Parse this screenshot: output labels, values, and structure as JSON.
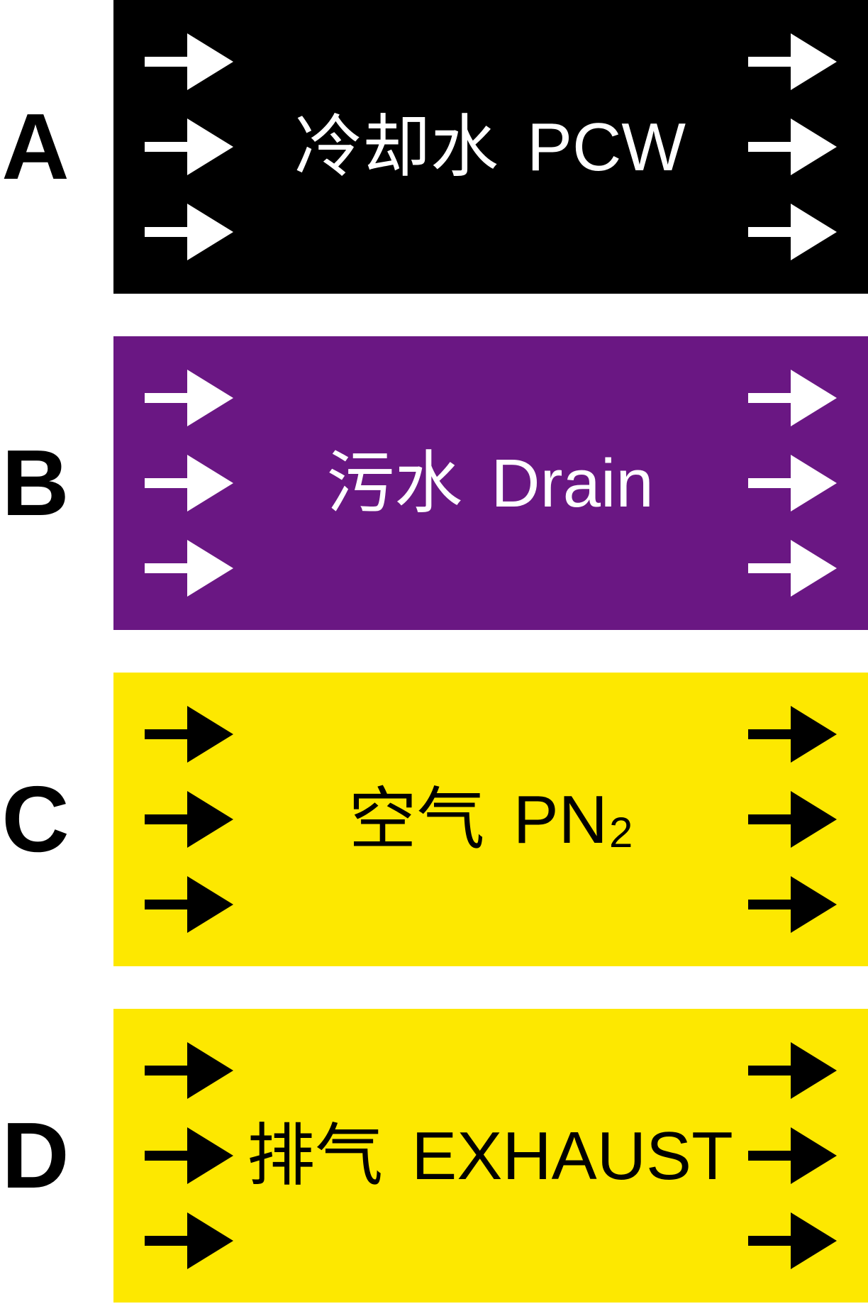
{
  "markers": [
    {
      "letter": "A",
      "cn": "冷却水",
      "en": "PCW",
      "sub": "",
      "background": "#000000",
      "foreground": "#ffffff",
      "flow_direction": "right"
    },
    {
      "letter": "B",
      "cn": "污水",
      "en": "Drain",
      "sub": "",
      "background": "#6a1783",
      "foreground": "#ffffff",
      "flow_direction": "right"
    },
    {
      "letter": "C",
      "cn": "空气",
      "en": "PN",
      "sub": "2",
      "background": "#fde800",
      "foreground": "#000000",
      "flow_direction": "right"
    },
    {
      "letter": "D",
      "cn": "排气",
      "en": "EXHAUST",
      "sub": "",
      "background": "#fde800",
      "foreground": "#000000",
      "flow_direction": "right"
    }
  ],
  "arrow_icon": "right-arrow-icon"
}
